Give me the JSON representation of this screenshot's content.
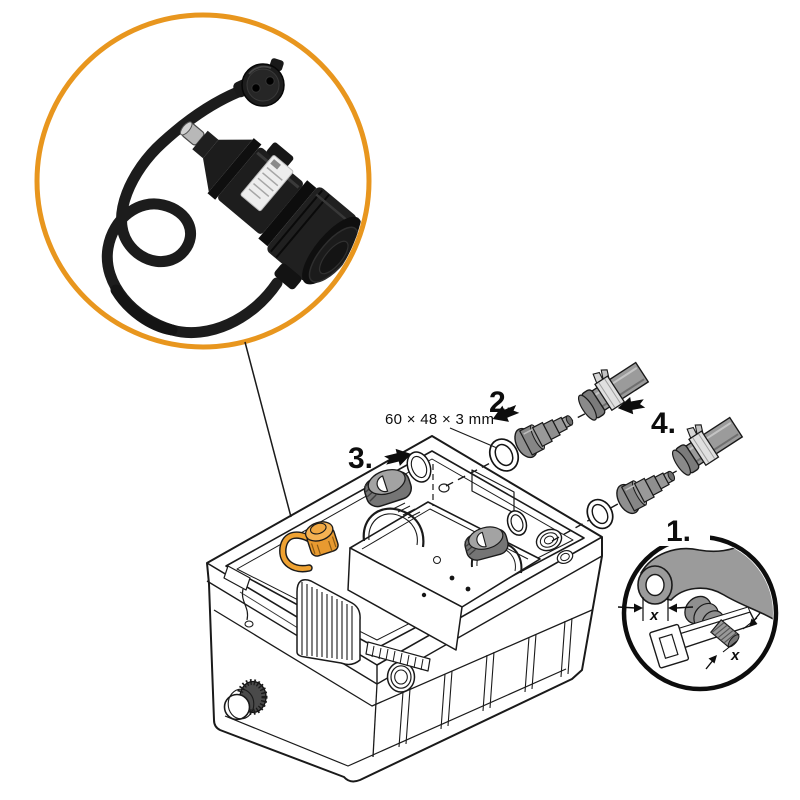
{
  "figure": {
    "background_color": "#ffffff",
    "photo_inset": {
      "icon": "uvc-electrical-unit-photo",
      "ring_color": "#E8961E"
    },
    "diagram": {
      "gasket_dimension_label": "60 × 48 × 3 mm",
      "steps": [
        {
          "label": "1."
        },
        {
          "label": "2."
        },
        {
          "label": "3."
        },
        {
          "label": "4."
        }
      ],
      "detail_inset": {
        "hose_bore_label": "x",
        "adapter_diameter_label": "x"
      },
      "colors": {
        "line": "#1A1A1A",
        "part_gray": "#9B9B9B",
        "knob_gray": "#757575",
        "connector_orange": "#EFA232",
        "photo_ring_orange": "#E8961E"
      }
    }
  }
}
